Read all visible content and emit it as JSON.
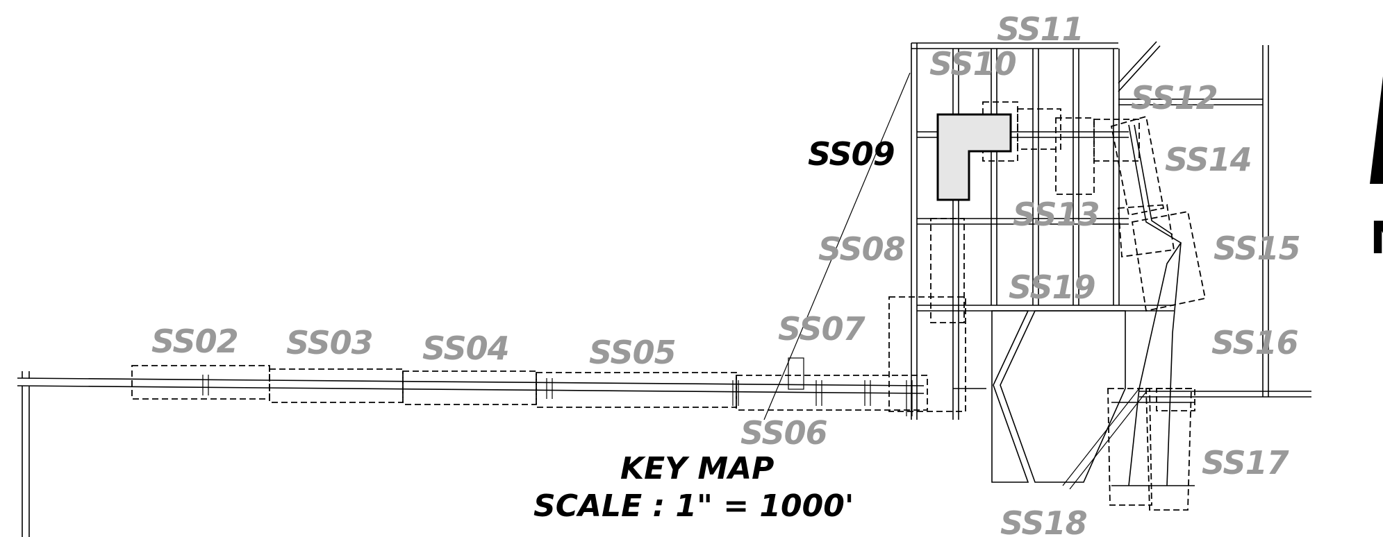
{
  "map": {
    "title": "KEY MAP",
    "scale": "SCALE : 1\" = 1000'",
    "active_sheet": "SS09",
    "colors": {
      "active_label": "#000000",
      "inactive_label": "#999999",
      "highlight_fill": "#e6e6e6",
      "linework": "#000000"
    },
    "north_arrow": {
      "icon": "north-arrow-icon",
      "letter": "N"
    },
    "sheets": [
      {
        "id": "SS02",
        "label": "SS02"
      },
      {
        "id": "SS03",
        "label": "SS03"
      },
      {
        "id": "SS04",
        "label": "SS04"
      },
      {
        "id": "SS05",
        "label": "SS05"
      },
      {
        "id": "SS06",
        "label": "SS06"
      },
      {
        "id": "SS07",
        "label": "SS07"
      },
      {
        "id": "SS08",
        "label": "SS08"
      },
      {
        "id": "SS09",
        "label": "SS09"
      },
      {
        "id": "SS10",
        "label": "SS10"
      },
      {
        "id": "SS11",
        "label": "SS11"
      },
      {
        "id": "SS12",
        "label": "SS12"
      },
      {
        "id": "SS13",
        "label": "SS13"
      },
      {
        "id": "SS14",
        "label": "SS14"
      },
      {
        "id": "SS15",
        "label": "SS15"
      },
      {
        "id": "SS16",
        "label": "SS16"
      },
      {
        "id": "SS17",
        "label": "SS17"
      },
      {
        "id": "SS18",
        "label": "SS18"
      },
      {
        "id": "SS19",
        "label": "SS19"
      }
    ]
  }
}
